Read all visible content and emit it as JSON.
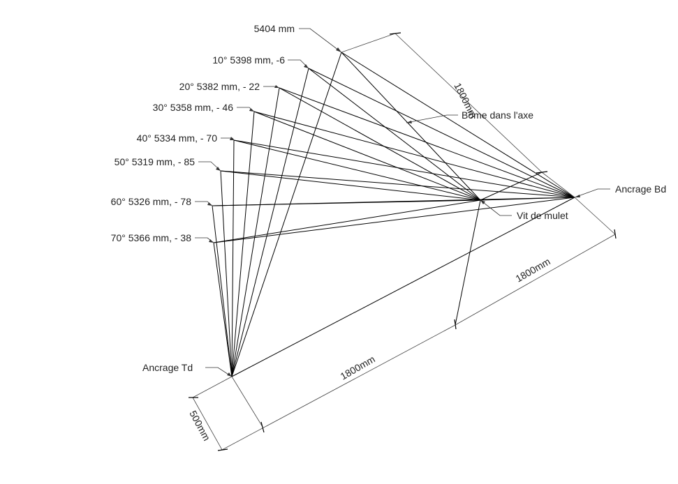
{
  "labels": {
    "top": "5404 mm",
    "deg10": "10° 5398 mm, -6",
    "deg20": "20° 5382 mm, - 22",
    "deg30": "30° 5358 mm, - 46",
    "deg40": "40° 5334 mm, - 70",
    "deg50": "50° 5319 mm, - 85",
    "deg60": "60° 5326 mm, - 78",
    "deg70": "70° 5366 mm, - 38",
    "boom": "Bôme dans l'axe",
    "anchor_bd": "Ancrage Bd",
    "anchor_td": "Ancrage Td",
    "gooseneck": "Vit de mulet"
  },
  "dimensions": {
    "upper": "1800mm",
    "right": "1800mm",
    "bottom": "1800mm",
    "left": "500mm"
  }
}
